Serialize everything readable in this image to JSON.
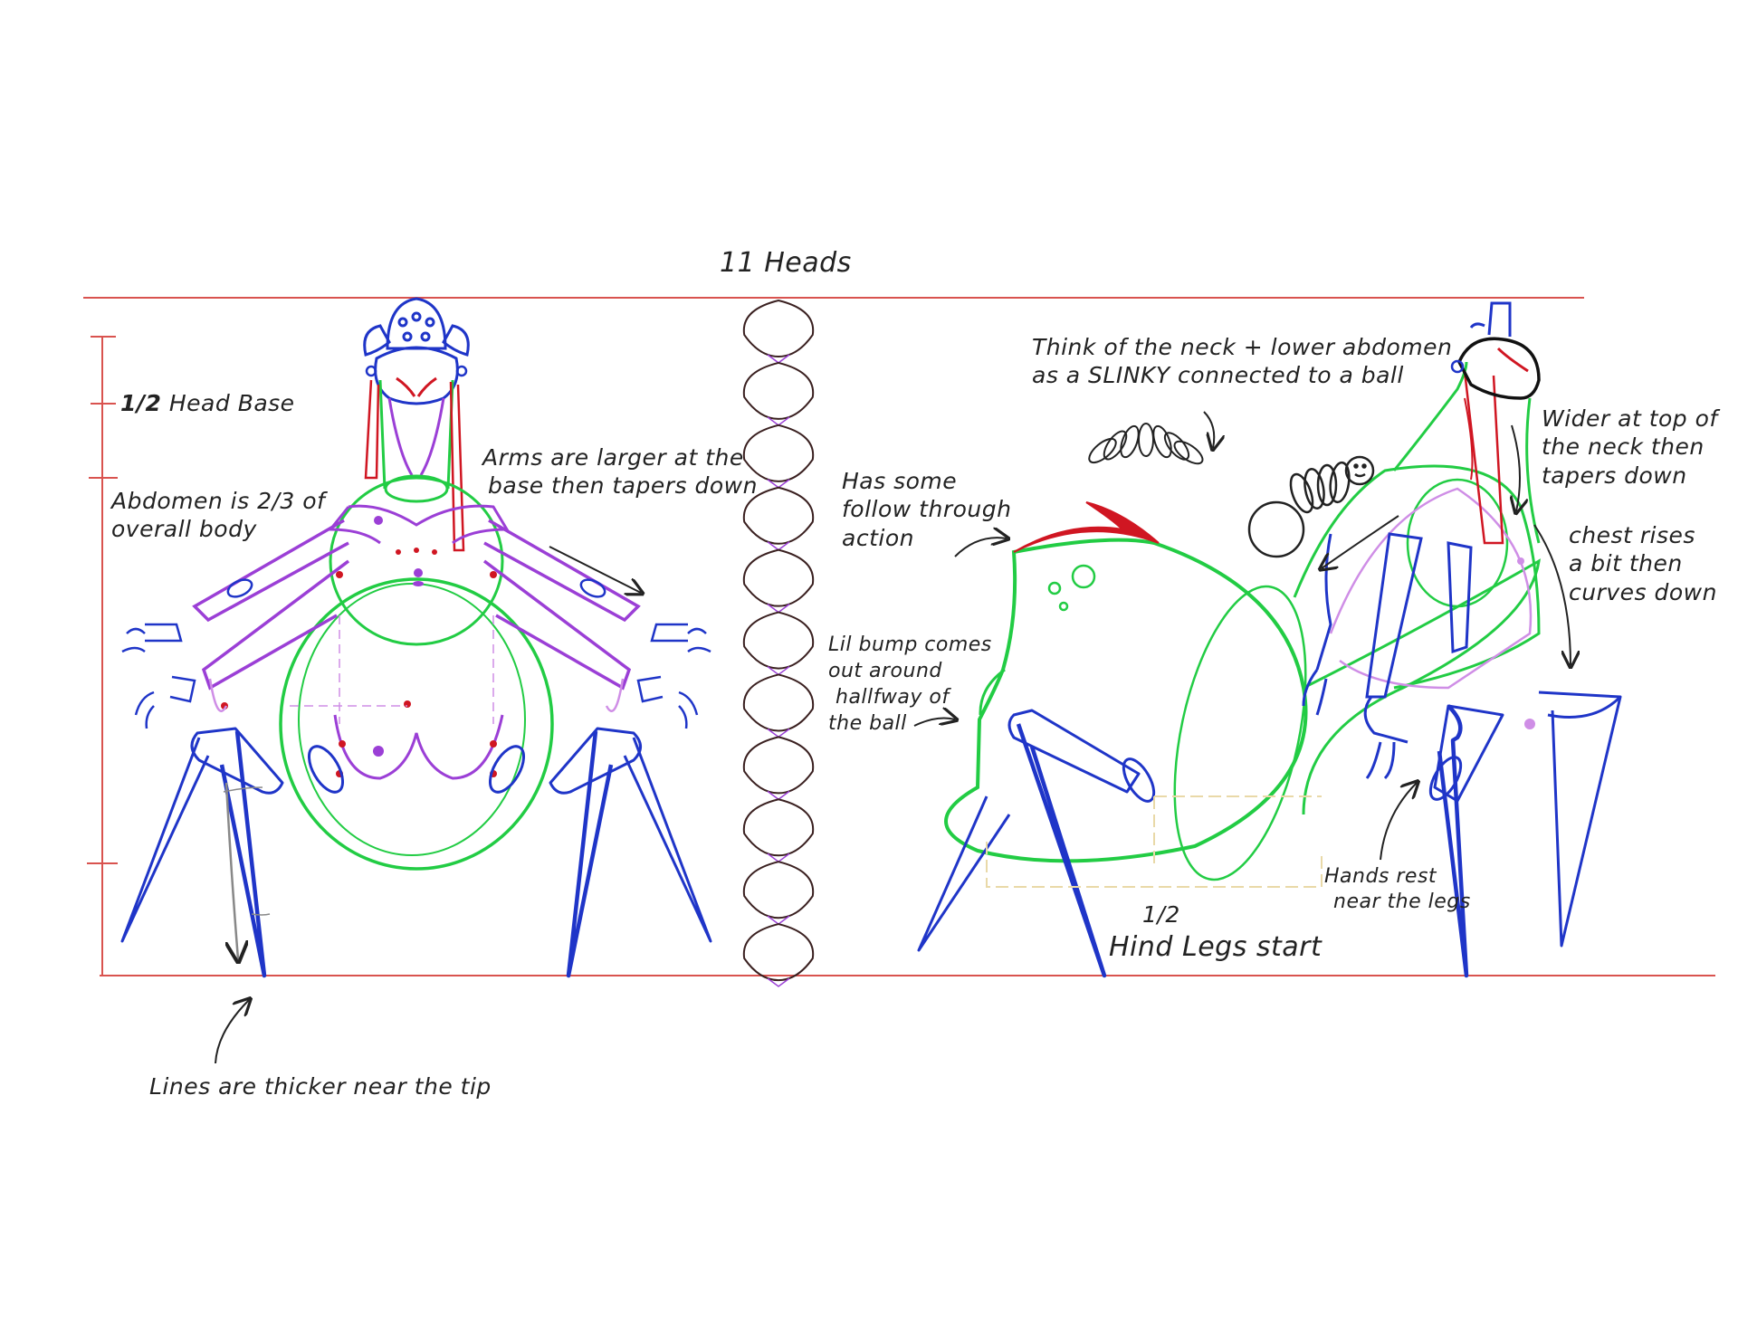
{
  "title": "11 Heads",
  "head_count": 11,
  "colors": {
    "guide_red": "#d9534f",
    "leg_blue": "#1f35c8",
    "body_green": "#22cc44",
    "arm_purple": "#9b3fd6",
    "light_purple": "#cf8ee6",
    "accent_red": "#d01622",
    "ink": "#222222",
    "guide_tan": "#e9d9a8"
  },
  "annotations": {
    "half_head_base": {
      "fraction": "1/2",
      "text": "Head Base"
    },
    "abdomen": {
      "line1": "Abdomen is 2/3 of",
      "line2": "overall body"
    },
    "arms": {
      "line1": "Arms are larger at the",
      "line2": "base then tapers down"
    },
    "lines_thicker": "Lines are thicker near the tip",
    "follow_through": {
      "line1": "Has some",
      "line2": "follow through",
      "line3": "action"
    },
    "lil_bump": {
      "line1": "Lil bump comes",
      "line2": "out around",
      "line3": "hallfway of",
      "line4": "the ball"
    },
    "slinky": {
      "line1": "Think of the neck + lower abdomen",
      "line2": "as a SLINKY connected to a ball"
    },
    "neck_wider": {
      "line1": "Wider at top of",
      "line2": "the neck then",
      "line3": "tapers down"
    },
    "chest": {
      "line1": "chest rises",
      "line2": "a bit then",
      "line3": "curves down"
    },
    "hind_legs": {
      "fraction": "1/2",
      "text": "Hind Legs start"
    },
    "hands_rest": {
      "line1": "Hands rest",
      "line2": "near the legs"
    }
  }
}
